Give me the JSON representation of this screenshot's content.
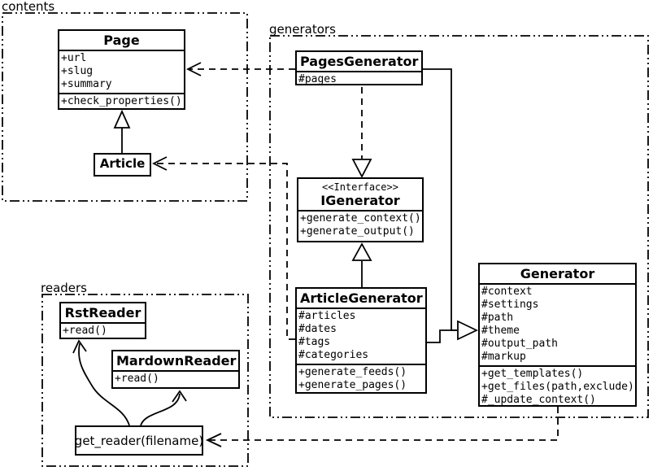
{
  "colors": {
    "stroke": "#000000",
    "background": "#ffffff"
  },
  "packages": {
    "contents": {
      "label": "contents"
    },
    "generators": {
      "label": "generators"
    },
    "readers": {
      "label": "readers"
    }
  },
  "classes": {
    "page": {
      "name": "Page",
      "attributes": [
        "+url",
        "+slug",
        "+summary"
      ],
      "methods": [
        "+check_properties()"
      ]
    },
    "article": {
      "name": "Article"
    },
    "pages_generator": {
      "name": "PagesGenerator",
      "attributes": [
        "#pages"
      ]
    },
    "igenerator": {
      "stereotype": "<<Interface>>",
      "name": "IGenerator",
      "methods": [
        "+generate_context()",
        "+generate_output()"
      ]
    },
    "article_generator": {
      "name": "ArticleGenerator",
      "attributes": [
        "#articles",
        "#dates",
        "#tags",
        "#categories"
      ],
      "methods": [
        "+generate_feeds()",
        "+generate_pages()"
      ]
    },
    "generator": {
      "name": "Generator",
      "attributes": [
        "#context",
        "#settings",
        "#path",
        "#theme",
        "#output_path",
        "#markup"
      ],
      "methods": [
        "+get_templates()",
        "+get_files(path,exclude)",
        "#_update_context()"
      ]
    },
    "rst_reader": {
      "name": "RstReader",
      "methods": [
        "+read()"
      ]
    },
    "mardown_reader": {
      "name": "MardownReader",
      "methods": [
        "+read()"
      ]
    },
    "get_reader": {
      "name": "get_reader(filename)"
    }
  }
}
